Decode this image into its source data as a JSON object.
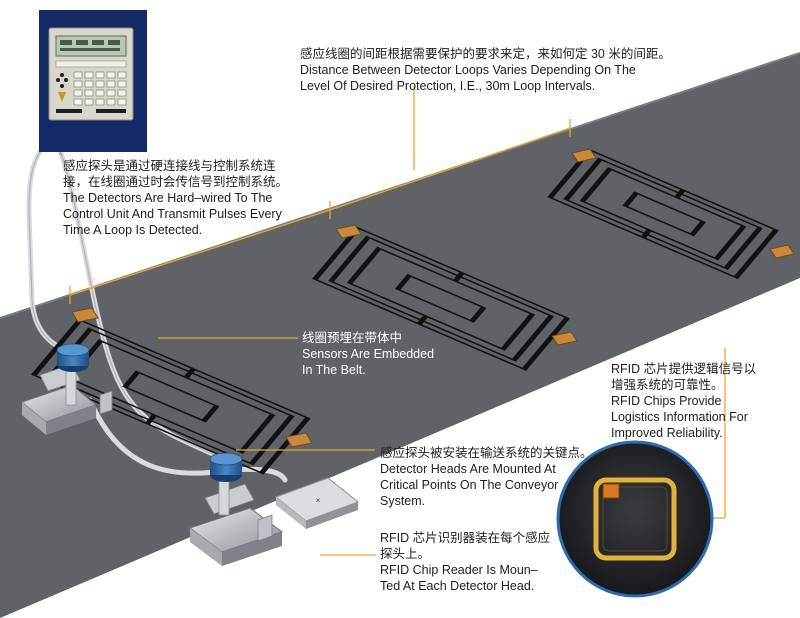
{
  "annotations": {
    "loop_spacing": {
      "zh": "感应线圈的间距根据需要保护的要求来定，来如何定 30 米的间距。",
      "en_line1": "Distance Between Detector Loops Varies Depending On The",
      "en_line2": "Level Of Desired Protection, I.E., 30m Loop Intervals."
    },
    "hard_wired": {
      "zh_line1": "感应探头是通过硬连接线与控制系统连",
      "zh_line2": "接，在线圈通过时会传信号到控制系统。",
      "en_line1": "The Detectors Are Hard–wired To The",
      "en_line2": "Control Unit And Transmit Pulses Every",
      "en_line3": "Time A Loop Is Detected."
    },
    "sensors_embedded": {
      "zh": "线圈预埋在带体中",
      "en_line1": "Sensors Are Embedded",
      "en_line2": "In The Belt."
    },
    "rfid_chips": {
      "zh_line1": "RFID 芯片提供逻辑信号以",
      "zh_line2": "增强系统的可靠性。",
      "en_line1": "RFID Chips Provide",
      "en_line2": "Logistics Information For",
      "en_line3": "Improved Reliability."
    },
    "detector_heads": {
      "zh": "感应探头被安装在输送系统的关键点。",
      "en_line1": "Detector Heads Are Mounted At",
      "en_line2": "Critical Points On The Conveyor",
      "en_line3": "System."
    },
    "chip_reader": {
      "zh_line1": "RFID 芯片识别器装在每个感应",
      "zh_line2": "探头上。",
      "en_line1": "RFID Chip Reader Is Moun–",
      "en_line2": "Ted At Each Detector Head."
    }
  },
  "colors": {
    "belt": "#5f6367",
    "loop": "#121212",
    "leader": "#f0a42a",
    "tag": "#c8893a",
    "detector_head": "#2f6aa6",
    "panel": "#142a66"
  },
  "icons": {
    "control_unit": "control-unit-icon",
    "detector_head": "detector-head-icon",
    "chip_reader": "chip-reader-icon",
    "rfid_chip": "rfid-chip-icon"
  }
}
